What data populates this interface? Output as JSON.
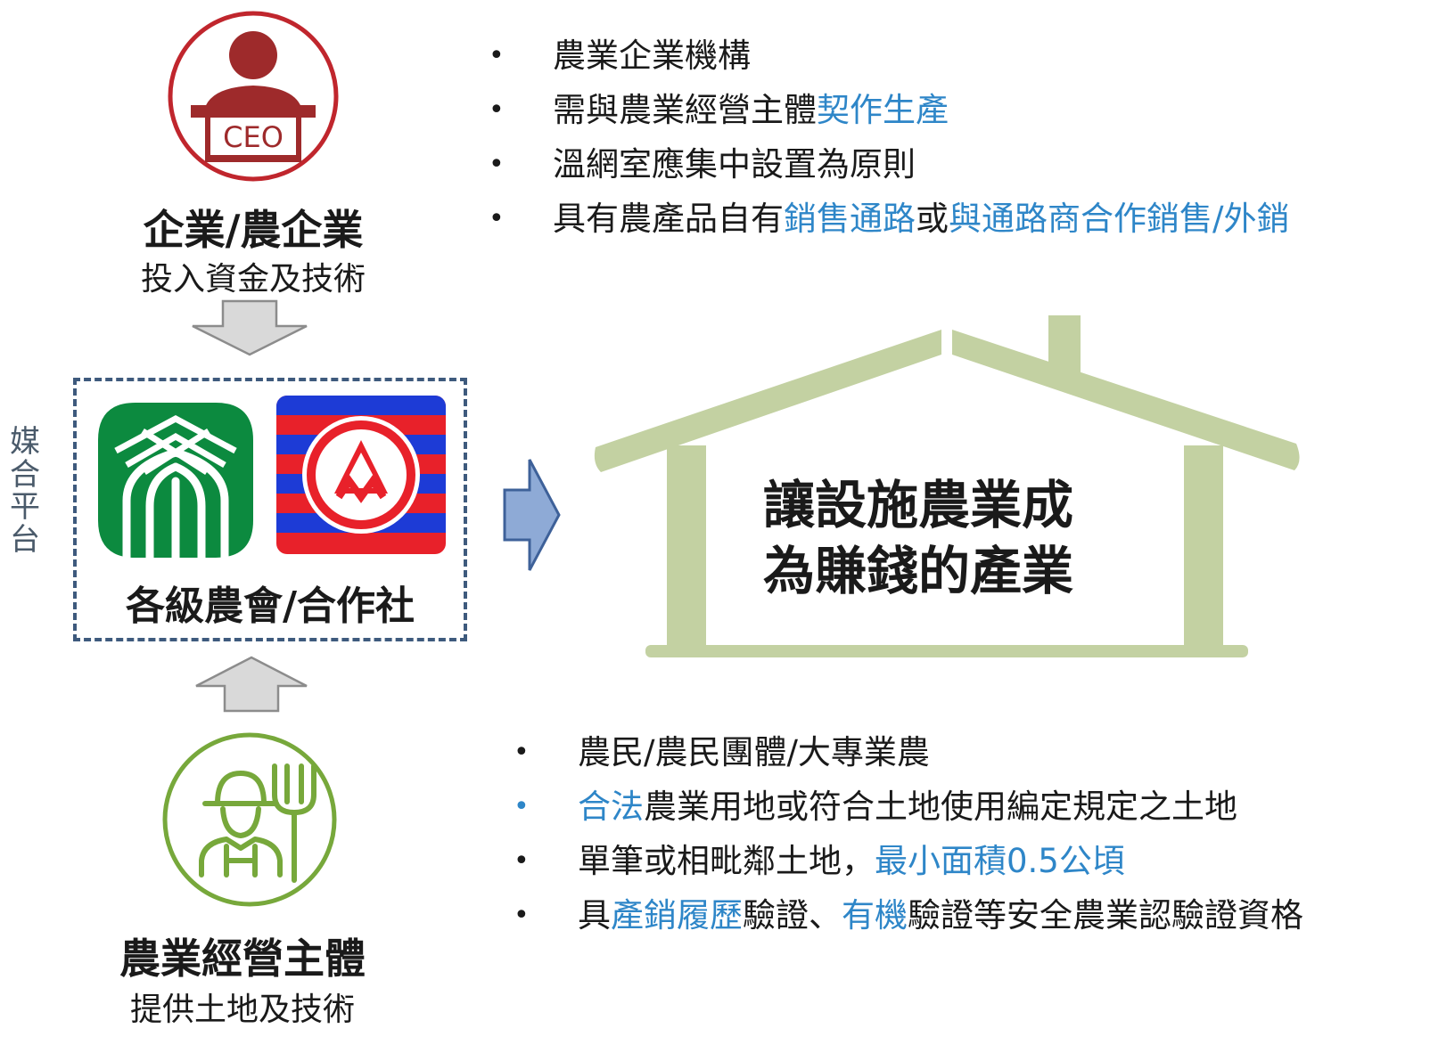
{
  "enterprise": {
    "title": "企業/農企業",
    "subtitle": "投入資金及技術",
    "icon_badge": "CEO",
    "icon": "ceo-person-icon",
    "color": "#9e2a2b",
    "ring_color": "#c0262d"
  },
  "platform": {
    "side_label": "媒合平台",
    "box_title": "各級農會/合作社",
    "logos": [
      "farmers-association-logo",
      "cooperative-logo"
    ]
  },
  "operator": {
    "title": "農業經營主體",
    "subtitle": "提供土地及技術",
    "icon": "farmer-with-pitchfork-icon",
    "color": "#77a83b"
  },
  "goal": {
    "line1": "讓設施農業成",
    "line2": "為賺錢的產業",
    "house_color": "#c3d1a2"
  },
  "enterprise_requirements": [
    {
      "segments": [
        {
          "text": "農業企業機構",
          "hl": false
        }
      ]
    },
    {
      "segments": [
        {
          "text": "需與農業經營主體",
          "hl": false
        },
        {
          "text": "契作生產",
          "hl": true
        }
      ]
    },
    {
      "segments": [
        {
          "text": "溫網室應集中設置為原則",
          "hl": false
        }
      ]
    },
    {
      "segments": [
        {
          "text": "具有農產品自有",
          "hl": false
        },
        {
          "text": "銷售通路",
          "hl": true
        },
        {
          "text": "或",
          "hl": false
        },
        {
          "text": "與通路商合作銷售/外銷",
          "hl": true
        }
      ]
    }
  ],
  "operator_requirements": [
    {
      "segments": [
        {
          "text": "農民/農民團體/大專業農",
          "hl": false
        }
      ]
    },
    {
      "bullet_hl": true,
      "segments": [
        {
          "text": "合法",
          "hl": true
        },
        {
          "text": "農業用地或符合土地使用編定規定之土地",
          "hl": false
        }
      ]
    },
    {
      "segments": [
        {
          "text": "單筆或相毗鄰土地，",
          "hl": false
        },
        {
          "text": "最小面積0.5公頃",
          "hl": true
        }
      ]
    },
    {
      "segments": [
        {
          "text": "具",
          "hl": false
        },
        {
          "text": "產銷履歷",
          "hl": true
        },
        {
          "text": "驗證、",
          "hl": false
        },
        {
          "text": "有機",
          "hl": true
        },
        {
          "text": "驗證等安全農業認驗證資格",
          "hl": false
        }
      ]
    }
  ],
  "colors": {
    "highlight": "#2e86c8",
    "arrow_gray": "#d9d9d9",
    "arrow_blue": "#8eaad6",
    "dashed_border": "#3e5a7d"
  }
}
